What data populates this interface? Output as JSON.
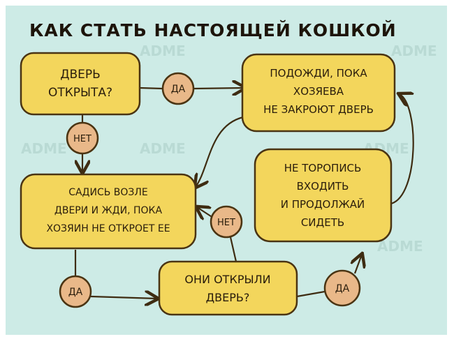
{
  "title": "КАК СТАТЬ НАСТОЯЩЕЙ КОШКОЙ",
  "watermark": "ADME",
  "nodes": {
    "door_open": [
      "ДВЕРЬ",
      "ОТКРЫТА?"
    ],
    "wait_close": [
      "ПОДОЖДИ, ПОКА",
      "ХОЗЯЕВА",
      "НЕ ЗАКРОЮТ ДВЕРЬ"
    ],
    "sit_wait": [
      "САДИСЬ ВОЗЛЕ",
      "ДВЕРИ И ЖДИ, ПОКА",
      "ХОЗЯИН НЕ ОТКРОЕТ ЕЕ"
    ],
    "dont_hurry": [
      "НЕ ТОРОПИСЬ",
      "ВХОДИТЬ",
      "И ПРОДОЛЖАЙ",
      "СИДЕТЬ"
    ],
    "they_opened": [
      "ОНИ ОТКРЫЛИ",
      "ДВЕРЬ?"
    ]
  },
  "labels": {
    "yes": "ДА",
    "no": "НЕТ"
  },
  "colors": {
    "background": "#cdebe6",
    "box": "#f3d65c",
    "circle": "#e9b889",
    "outline": "#4a3413"
  }
}
